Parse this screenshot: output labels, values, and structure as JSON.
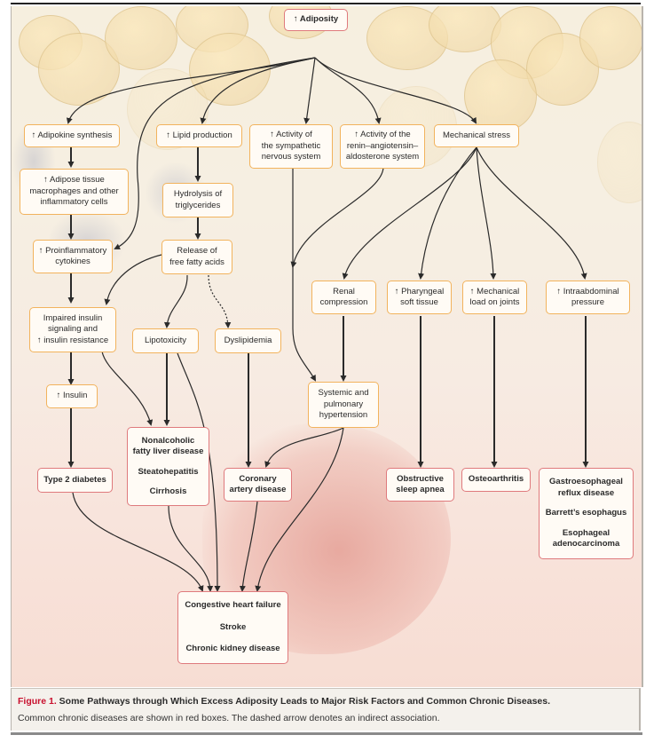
{
  "figure": {
    "root": "↑ Adiposity",
    "level1": {
      "adipokine": "↑ Adipokine synthesis",
      "lipid": "↑ Lipid production",
      "sympathetic": [
        "↑ Activity of",
        "the sympathetic",
        "nervous system"
      ],
      "raas": [
        "↑ Activity of the",
        "renin–angiotensin–",
        "aldosterone system"
      ],
      "mechanical": "Mechanical stress"
    },
    "intermediate": {
      "macrophages": [
        "↑ Adipose tissue",
        "macrophages and other",
        "inflammatory cells"
      ],
      "hydrolysis": [
        "Hydrolysis of",
        "triglycerides"
      ],
      "cytokines": [
        "↑ Proinflammatory",
        "cytokines"
      ],
      "ffa": [
        "Release of",
        "free fatty acids"
      ],
      "insulin_resistance": [
        "Impaired insulin",
        "signaling and",
        "↑ insulin resistance"
      ],
      "lipotoxicity": "Lipotoxicity",
      "dyslipidemia": "Dyslipidemia",
      "insulin": "↑ Insulin",
      "renal": [
        "Renal",
        "compression"
      ],
      "pharyngeal": [
        "↑ Pharyngeal",
        "soft tissue"
      ],
      "joints": [
        "↑ Mechanical",
        "load on joints"
      ],
      "intraabdominal": [
        "↑ Intraabdominal",
        "pressure"
      ],
      "hypertension": [
        "Systemic and",
        "pulmonary",
        "hypertension"
      ]
    },
    "diseases": {
      "diabetes": "Type 2 diabetes",
      "liver": [
        "Nonalcoholic",
        "fatty liver disease",
        "Steatohepatitis",
        "Cirrhosis"
      ],
      "cad": [
        "Coronary",
        "artery disease"
      ],
      "osa": [
        "Obstructive",
        "sleep apnea"
      ],
      "oa": "Osteoarthritis",
      "gerd": [
        "Gastroesophageal",
        "reflux disease",
        "Barrett’s esophagus",
        "Esophageal",
        "adenocarcinoma"
      ],
      "chf": [
        "Congestive heart failure",
        "Stroke",
        "Chronic kidney disease"
      ]
    },
    "colors": {
      "orange_border": "#f2b35d",
      "red_border": "#df7a7d",
      "arrow": "#2a2a2a"
    }
  },
  "caption": {
    "label": "Figure 1.",
    "title": " Some Pathways through Which Excess Adiposity Leads to Major Risk Factors and Common Chronic Diseases.",
    "text": "Common chronic diseases are shown in red boxes. The dashed arrow denotes an indirect association."
  }
}
